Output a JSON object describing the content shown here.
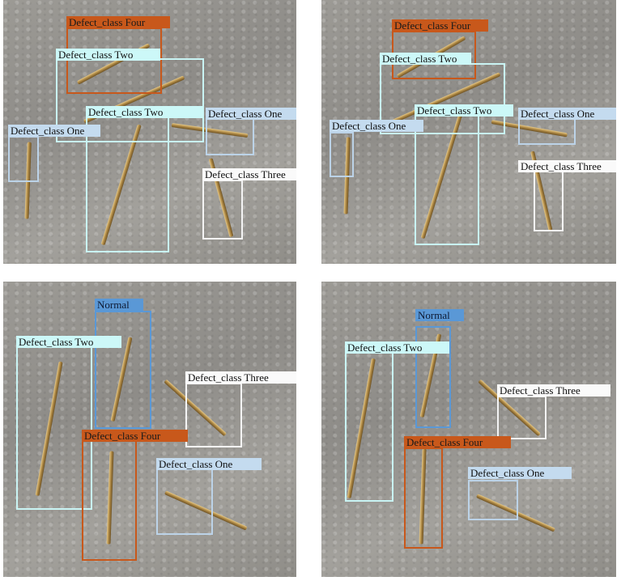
{
  "figure": {
    "panels": [
      {
        "id": "top-left",
        "detections": [
          {
            "label": "Defect_class Four",
            "class": "four"
          },
          {
            "label": "Defect_class Two",
            "class": "two"
          },
          {
            "label": "Defect_class Two",
            "class": "two"
          },
          {
            "label": "Defect_class One",
            "class": "one"
          },
          {
            "label": "Defect_class One",
            "class": "one"
          },
          {
            "label": "Defect_class Three",
            "class": "three"
          }
        ]
      },
      {
        "id": "top-right",
        "detections": [
          {
            "label": "Defect_class Four",
            "class": "four"
          },
          {
            "label": "Defect_class Two",
            "class": "two"
          },
          {
            "label": "Defect_class Two",
            "class": "two"
          },
          {
            "label": "Defect_class One",
            "class": "one"
          },
          {
            "label": "Defect_class One",
            "class": "one"
          },
          {
            "label": "Defect_class Three",
            "class": "three"
          }
        ]
      },
      {
        "id": "bottom-left",
        "detections": [
          {
            "label": "Normal",
            "class": "normal"
          },
          {
            "label": "Defect_class Two",
            "class": "two"
          },
          {
            "label": "Defect_class Three",
            "class": "three"
          },
          {
            "label": "Defect_class Four",
            "class": "four"
          },
          {
            "label": "Defect_class One",
            "class": "one"
          }
        ]
      },
      {
        "id": "bottom-right",
        "detections": [
          {
            "label": "Normal",
            "class": "normal"
          },
          {
            "label": "Defect_class Two",
            "class": "two"
          },
          {
            "label": "Defect_class Three",
            "class": "three"
          },
          {
            "label": "Defect_class Four",
            "class": "four"
          },
          {
            "label": "Defect_class One",
            "class": "one"
          }
        ]
      }
    ],
    "class_colors": {
      "four": "#c8581b",
      "two": "#ccf8f8",
      "one": "#c4dbef",
      "three": "#fafafa",
      "normal": "#5a98d6"
    }
  }
}
